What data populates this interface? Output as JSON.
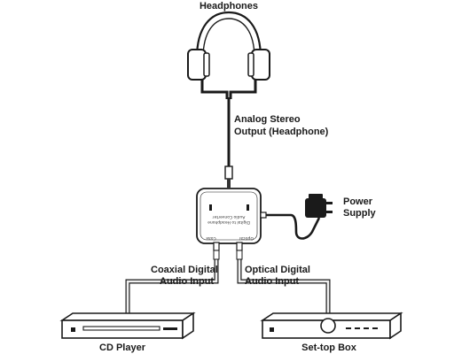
{
  "labels": {
    "headphones": "Headphones",
    "analog_output_line1": "Analog Stereo",
    "analog_output_line2": "Output (Headphone)",
    "power_line1": "Power",
    "power_line2": "Supply",
    "coaxial_line1": "Coaxial Digital",
    "coaxial_line2": "Audio Input",
    "optical_line1": "Optical Digital",
    "optical_line2": "Audio Input",
    "cd_player": "CD Player",
    "set_top_box": "Set-top Box"
  },
  "converter": {
    "title_line1": "Digital to Headphone",
    "title_line2": "Audio Converter",
    "port_left": "Coax",
    "port_right": "Optical"
  },
  "colors": {
    "outline": "#1a1a1a",
    "cable_fill": "#f0f0f0",
    "device_fill": "#ffffff"
  }
}
